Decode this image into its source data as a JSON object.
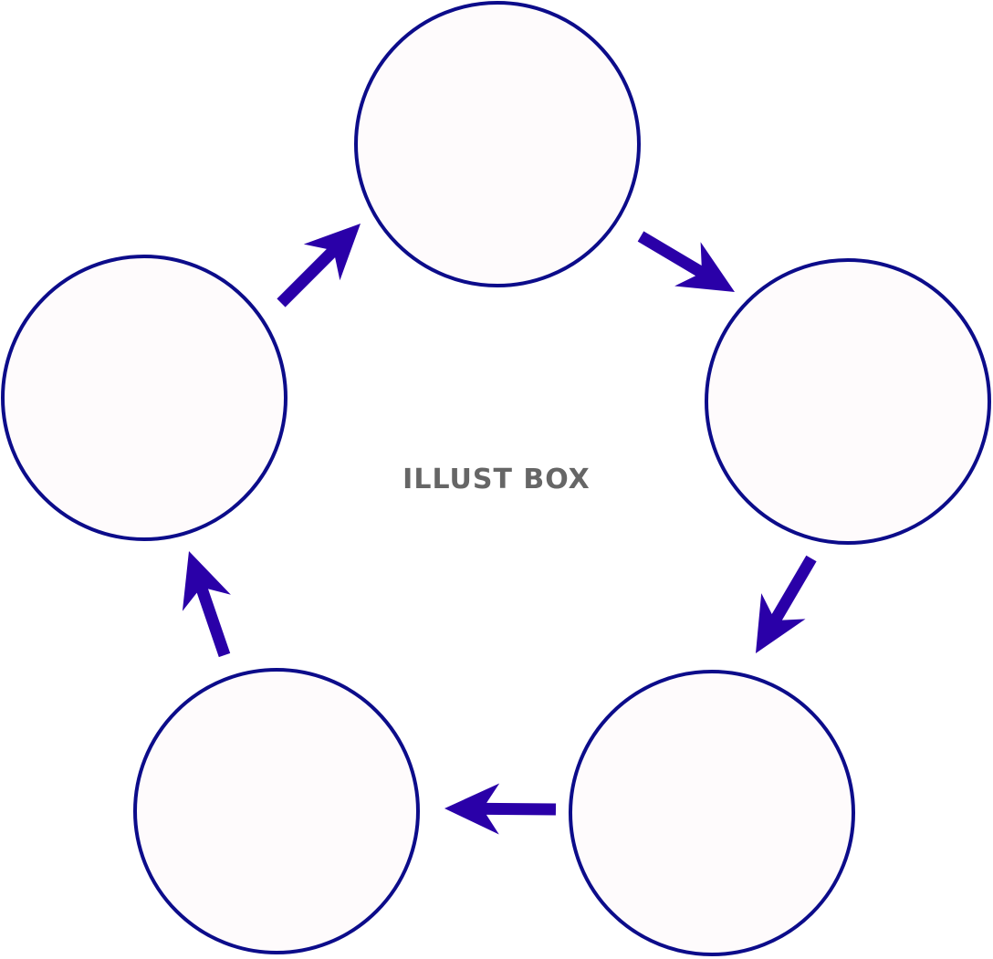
{
  "diagram": {
    "type": "cycle",
    "node_count": 5,
    "arrow_direction": "clockwise",
    "node_fill": "#fefbfc",
    "node_stroke": "#0c0c8a",
    "arrow_color": "#2a00a8"
  },
  "watermark": {
    "text": "ILLUST BOX",
    "color": "#666666"
  }
}
